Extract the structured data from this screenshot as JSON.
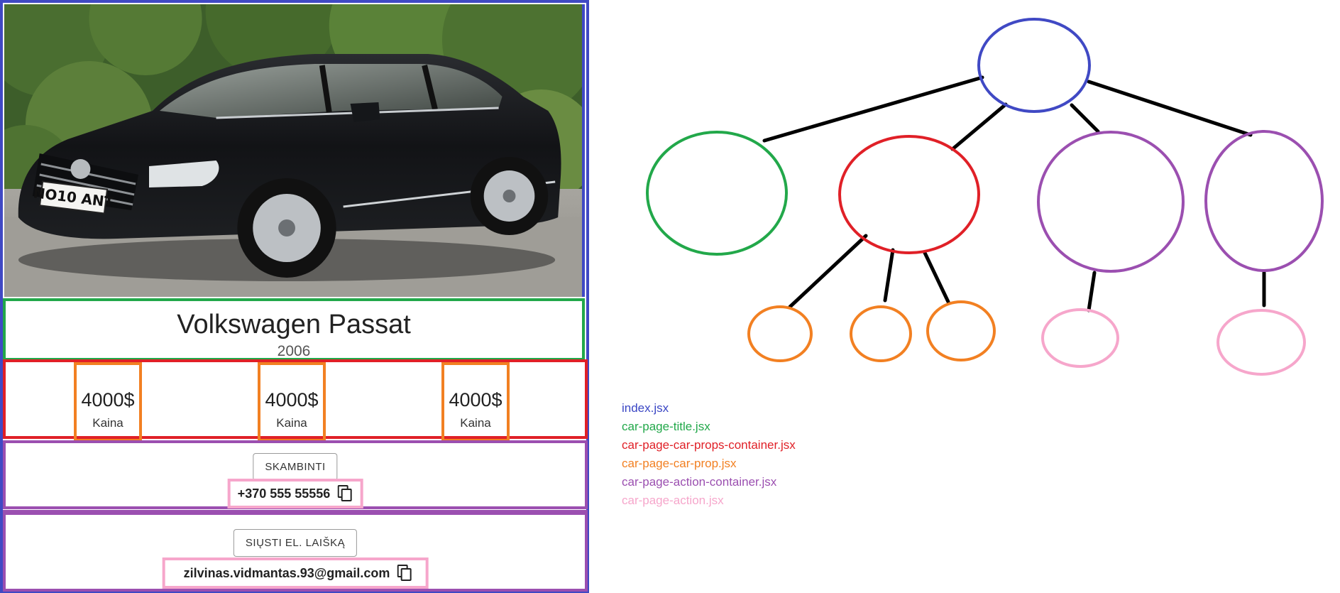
{
  "car": {
    "title": "Volkswagen Passat",
    "year": "2006",
    "plate": "NO10 ANT",
    "props": [
      {
        "value": "4000$",
        "label": "Kaina"
      },
      {
        "value": "4000$",
        "label": "Kaina"
      },
      {
        "value": "4000$",
        "label": "Kaina"
      }
    ]
  },
  "actions": [
    {
      "button_label": "SKAMBINTI",
      "contact": "+370 555 55556"
    },
    {
      "button_label": "SIŲSTI EL. LAIŠKĄ",
      "contact": "zilvinas.vidmantas.93@gmail.com"
    }
  ],
  "legend": [
    {
      "label": "index.jsx",
      "color": "#3a46c4"
    },
    {
      "label": "car-page-title.jsx",
      "color": "#22a84a"
    },
    {
      "label": "car-page-car-props-container.jsx",
      "color": "#e02027"
    },
    {
      "label": "car-page-car-prop.jsx",
      "color": "#f28022"
    },
    {
      "label": "car-page-action-container.jsx",
      "color": "#9b4fb0"
    },
    {
      "label": "car-page-action.jsx",
      "color": "#f6a6cb"
    }
  ],
  "colors": {
    "index": "#4049c4",
    "title": "#22a84a",
    "props_container": "#e02027",
    "prop": "#f28022",
    "action_container": "#9b4fb0",
    "action": "#f6a6cb",
    "edge": "#000000"
  }
}
